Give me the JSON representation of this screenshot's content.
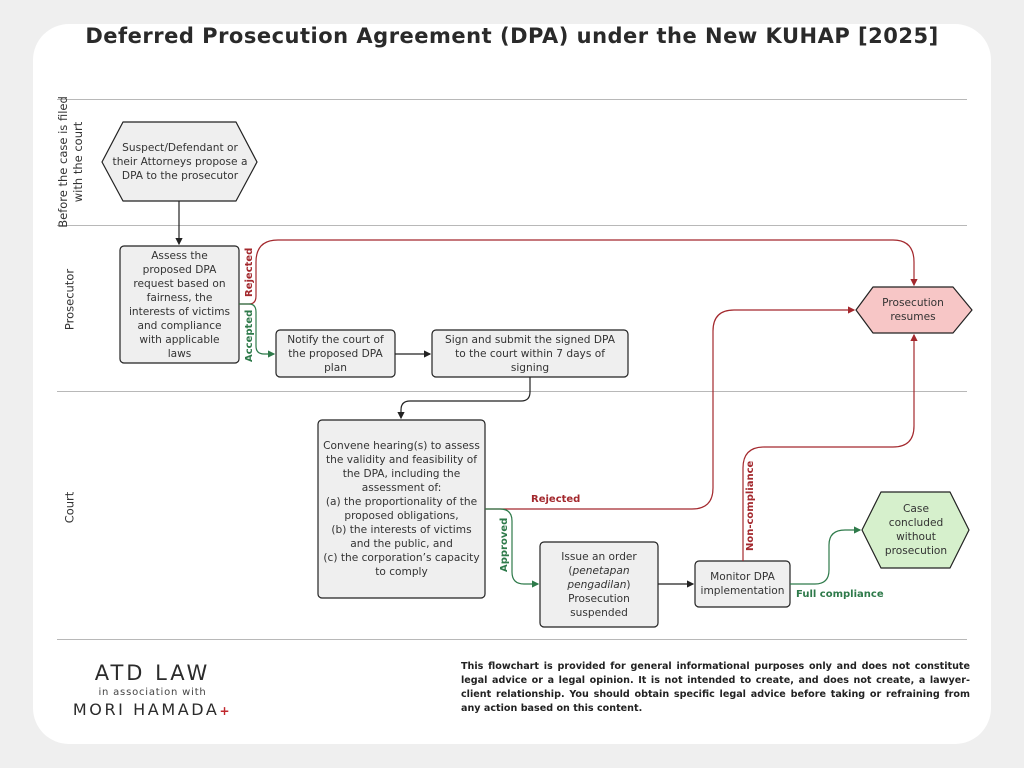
{
  "title": "Deferred Prosecution Agreement (DPA) under the New KUHAP [2025]",
  "lanes": [
    {
      "label": "Before the case is filed with the court"
    },
    {
      "label": "Prosecutor"
    },
    {
      "label": "Court"
    }
  ],
  "nodes": {
    "propose": "Suspect/Defendant or their Attorneys propose a DPA to the prosecutor",
    "assess": "Assess the proposed DPA request based on fairness, the interests of victims and compliance with applicable laws",
    "notify": "Notify the court of the proposed DPA plan",
    "sign": "Sign and submit the signed DPA to the court within 7 days of signing",
    "hearing": {
      "intro": "Convene hearing(s) to assess the validity and feasibility of the DPA, including the assessment of:",
      "item_a": "(a) the proportionality of the proposed obligations,",
      "item_b": "(b) the interests of victims and the public, and",
      "item_c": "(c) the corporation’s capacity to comply"
    },
    "order": {
      "line1": "Issue an order",
      "italic": "penetapan pengadilan",
      "line3": "Prosecution suspended"
    },
    "monitor": "Monitor DPA implementation",
    "resumes": "Prosecution resumes",
    "concluded": "Case concluded without prosecution"
  },
  "edge_labels": {
    "rejected_prosecutor": "Rejected",
    "accepted": "Accepted",
    "rejected_court": "Rejected",
    "approved": "Approved",
    "non_compliance": "Non-compliance",
    "full_compliance": "Full compliance"
  },
  "colors": {
    "reject": "#a3282d",
    "accept": "#2e7a4a",
    "process_fill": "#efefef",
    "resumes_fill": "#f7c6c6",
    "concluded_fill": "#d6f0cc"
  },
  "logo": {
    "line1": "ATD LAW",
    "line2": "in association with",
    "line3": "MORI HAMADA"
  },
  "disclaimer": "This flowchart is provided for general informational purposes only and does not constitute legal advice or a legal opinion. It is not intended to create, and does not create, a lawyer-client relationship. You should obtain specific legal advice before taking or refraining from any action based on this content."
}
